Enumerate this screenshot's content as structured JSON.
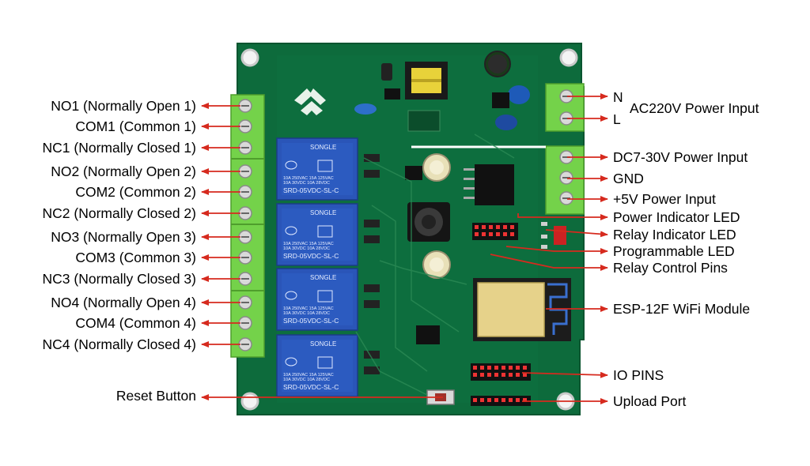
{
  "left_labels": [
    "NO1 (Normally Open 1)",
    "COM1 (Common 1)",
    "NC1 (Normally Closed 1)",
    "NO2 (Normally Open 2)",
    "COM2 (Common 2)",
    "NC2 (Normally Closed 2)",
    "NO3 (Normally Open 3)",
    "COM3 (Common 3)",
    "NC3 (Normally Closed 3)",
    "NO4 (Normally Open 4)",
    "COM4 (Common 4)",
    "NC4 (Normally Closed 4)"
  ],
  "reset_label": "Reset Button",
  "ac_labels": {
    "n": "N",
    "l": "L",
    "title": "AC220V Power Input"
  },
  "right_labels": [
    "DC7-30V Power Input",
    "GND",
    "+5V Power Input",
    "Power Indicator LED",
    "Relay Indicator LED",
    "Programmable LED",
    "Relay Control Pins",
    "ESP-12F WiFi Module",
    "IO PINS",
    "Upload Port"
  ],
  "relay": {
    "brand": "SONGLE",
    "rating1": "10A 250VAC 15A 125VAC",
    "rating2": "10A 30VDC 10A 28VDC",
    "model": "SRD-05VDC-SL-C"
  },
  "colors": {
    "board": "#0d6b3c",
    "terminal": "#74d24a",
    "relay": "#2a55b8",
    "arrow": "#d62a1e"
  }
}
